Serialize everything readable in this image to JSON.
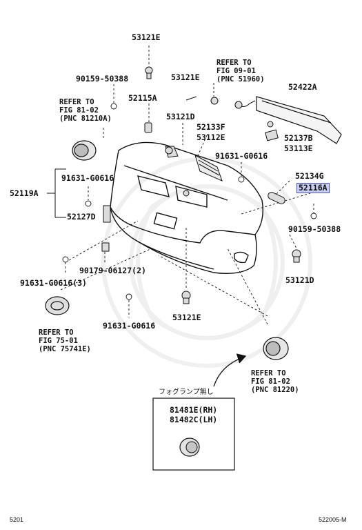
{
  "parts": {
    "p_53121E_top": "53121E",
    "p_90159_50388_top": "90159-50388",
    "p_53121E_mid": "53121E",
    "p_52115A": "52115A",
    "p_53121D_top": "53121D",
    "p_52133F": "52133F",
    "p_53112E": "53112E",
    "p_52422A": "52422A",
    "p_52137B": "52137B",
    "p_53113E": "53113E",
    "p_91631_G0616_right": "91631-G0616",
    "p_52119A": "52119A",
    "p_91631_G0616_left": "91631-G0616",
    "p_52127D": "52127D",
    "p_52134G": "52134G",
    "p_52116A": "52116A",
    "p_90159_50388_right": "90159-50388",
    "p_90179_06127": "90179-06127(2)",
    "p_91631_G0616_3": "91631-G0616(3)",
    "p_53121D_right": "53121D",
    "p_91631_G0616_bottom": "91631-G0616",
    "p_53121E_bottom": "53121E",
    "p_81481E": "81481E(RH)",
    "p_81482C": "81482C(LH)"
  },
  "refs": {
    "ref_fig0901": "REFER TO\nFIG 09-01\n(PNC 51960)",
    "ref_fig8102_left": "REFER TO\nFIG 81-02\n(PNC 81210A)",
    "ref_fig7501": "REFER TO\nFIG 75-01\n(PNC 75741E)",
    "ref_fig8102_right": "REFER TO\nFIG 81-02\n(PNC 81220)"
  },
  "japanese_note": "フォグランプ無し",
  "highlighted_part": "52116A",
  "footer": {
    "left": "5201",
    "right": "522005-M"
  }
}
